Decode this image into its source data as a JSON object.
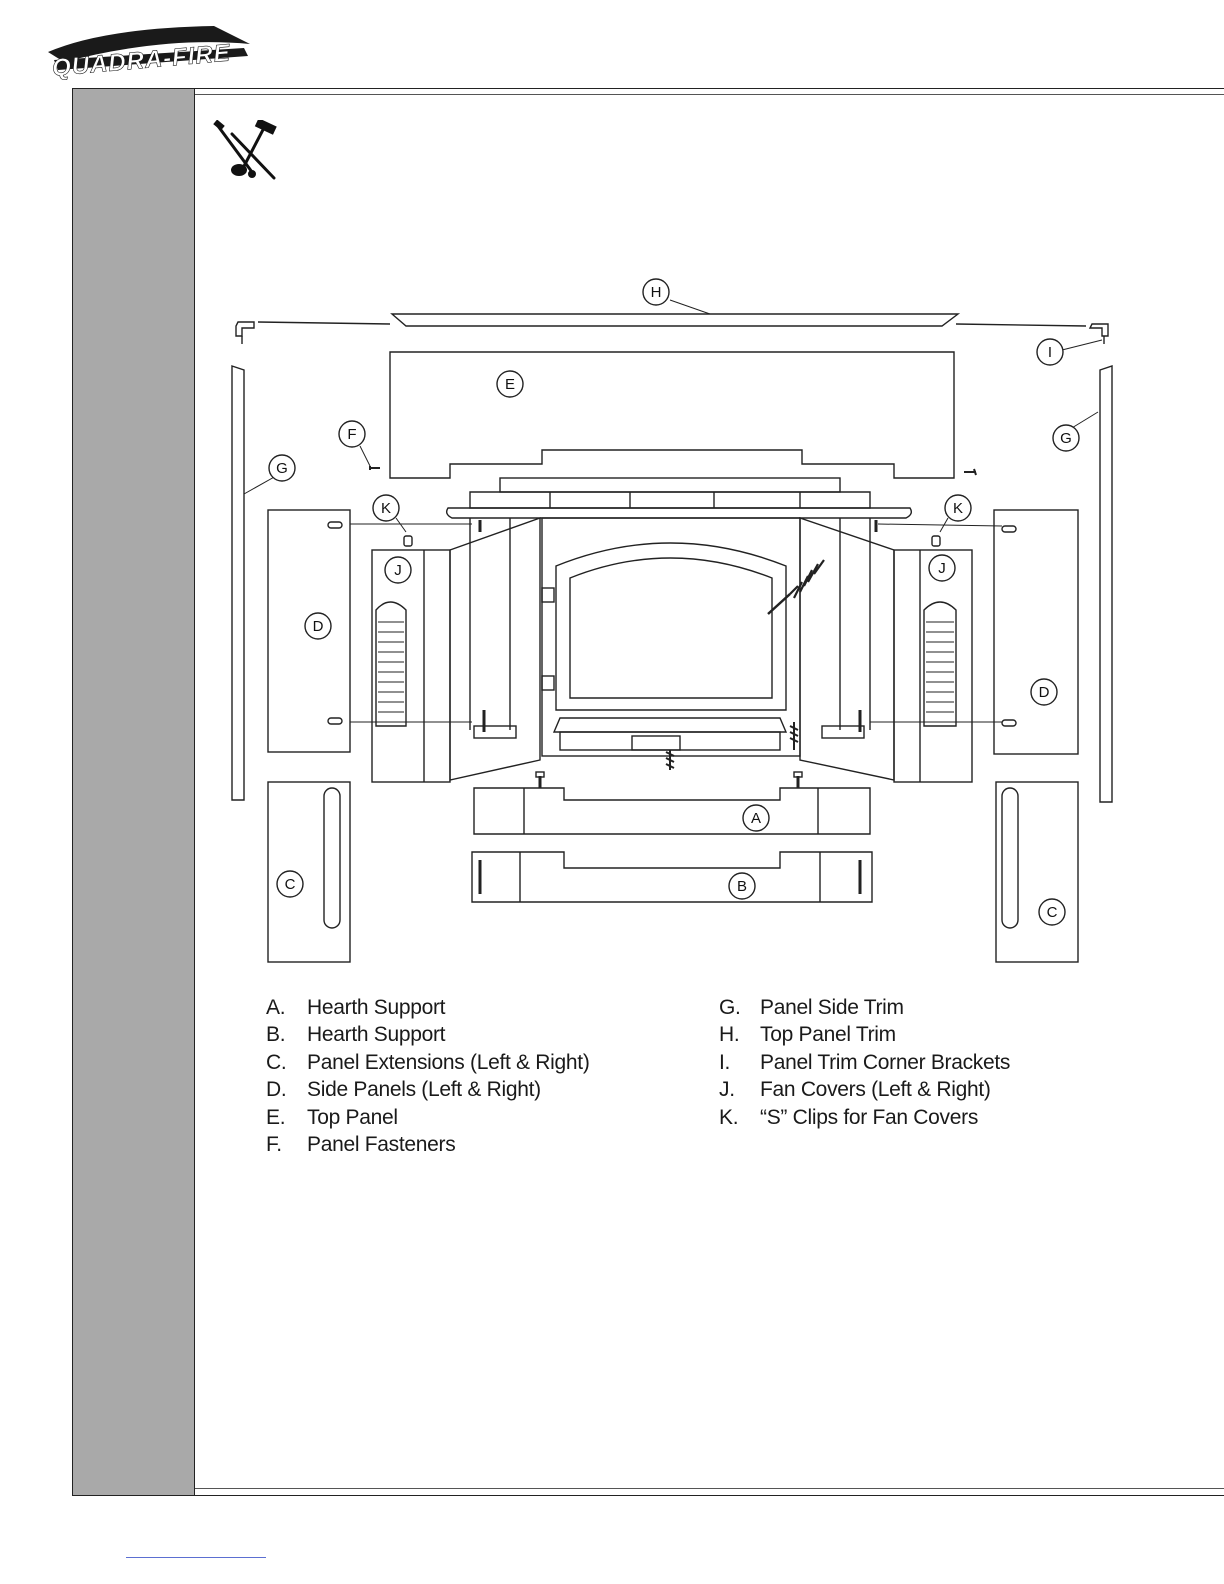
{
  "header": {
    "logo_text": "QUADRA-FIRE",
    "icon": "tools-icon"
  },
  "diagram": {
    "callouts": {
      "A": "A",
      "B": "B",
      "C": "C",
      "D": "D",
      "E": "E",
      "F": "F",
      "G": "G",
      "H": "H",
      "I": "I",
      "J": "J",
      "K": "K"
    }
  },
  "legend": {
    "left": [
      {
        "letter": "A.",
        "label": "Hearth Support"
      },
      {
        "letter": "B.",
        "label": "Hearth Support"
      },
      {
        "letter": "C.",
        "label": "Panel Extensions (Left & Right)"
      },
      {
        "letter": "D.",
        "label": "Side Panels (Left & Right)"
      },
      {
        "letter": "E.",
        "label": "Top Panel"
      },
      {
        "letter": "F.",
        "label": "Panel Fasteners"
      }
    ],
    "right": [
      {
        "letter": "G.",
        "label": "Panel Side Trim"
      },
      {
        "letter": "H.",
        "label": "Top Panel Trim"
      },
      {
        "letter": "I.",
        "label": "Panel Trim Corner Brackets"
      },
      {
        "letter": "J.",
        "label": "Fan Covers (Left & Right)"
      },
      {
        "letter": "K.",
        "label": "“S” Clips for Fan Covers"
      }
    ]
  }
}
